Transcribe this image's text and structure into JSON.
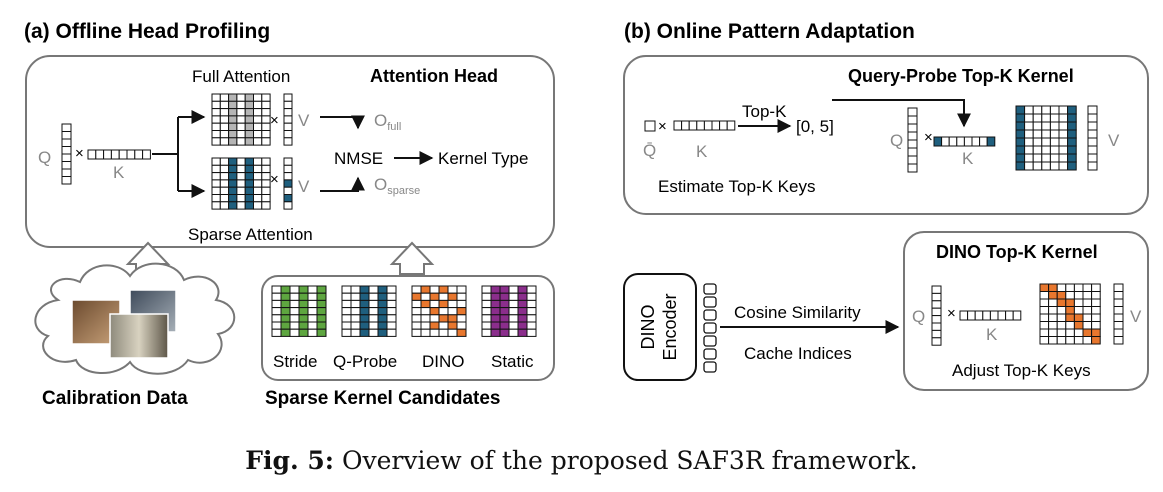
{
  "panel_a": {
    "title": "(a) Offline Head Profiling",
    "box_title": "Attention Head",
    "full_attention": "Full Attention",
    "sparse_attention": "Sparse Attention",
    "q": "Q",
    "k": "K",
    "v": "V",
    "times": "×",
    "o": "O",
    "o_full_sub": "full",
    "o_sparse_sub": "sparse",
    "nmse": "NMSE",
    "kernel_type": "Kernel Type",
    "calibration_data": "Calibration Data",
    "candidates_title": "Sparse Kernel Candidates",
    "candidates": [
      "Stride",
      "Q-Probe",
      "DINO",
      "Static"
    ]
  },
  "panel_b": {
    "title": "(b) Online Pattern Adaptation",
    "qprobe_title": "Query-Probe Top-K Kernel",
    "qbar": "Q̄",
    "k": "K",
    "q": "Q",
    "v": "V",
    "times": "×",
    "topk": "Top-K",
    "range": "[0, 5]",
    "estimate": "Estimate Top-K Keys",
    "dino_title": "DINO Top-K Kernel",
    "dino_encoder": [
      "DINO",
      "Encoder"
    ],
    "cosine": "Cosine Similarity",
    "cache": "Cache Indices",
    "adjust": "Adjust Top-K Keys"
  },
  "caption": {
    "label": "Fig. 5:",
    "text": "Overview of the proposed SAF3R framework."
  },
  "colors": {
    "blue": "#1f5f7e",
    "green": "#5ea640",
    "orange": "#e8772e",
    "purple": "#8b2e8c",
    "gray": "#b5b5b5"
  }
}
